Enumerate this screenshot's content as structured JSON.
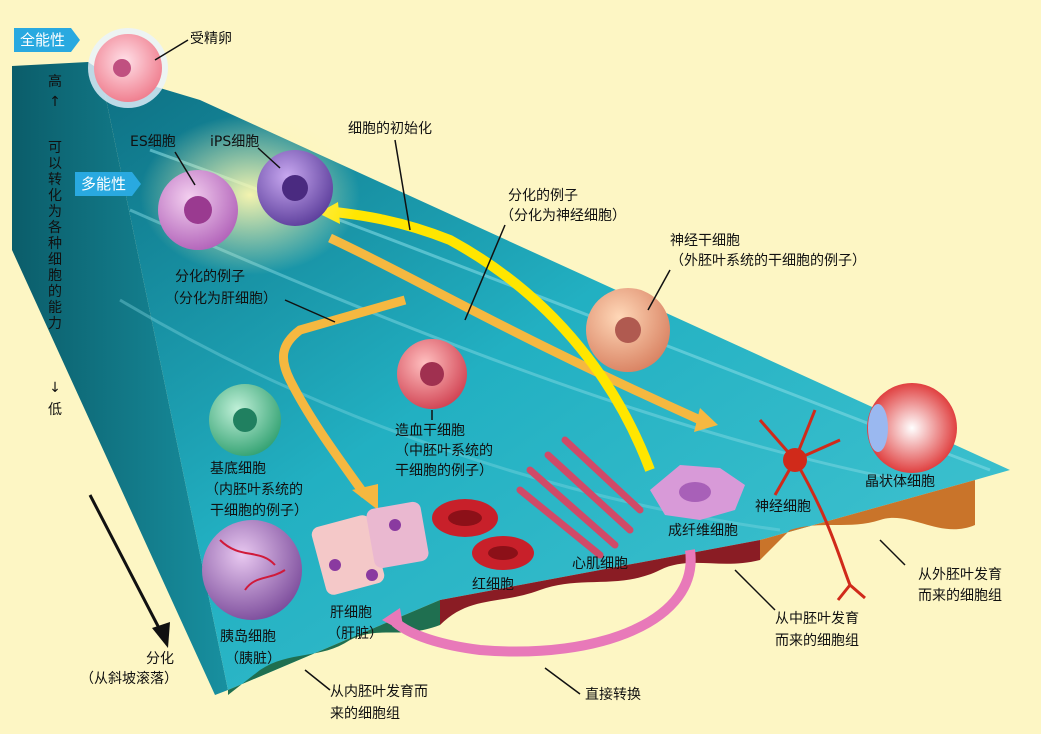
{
  "tags": {
    "totipotent": "全能性",
    "pluripotent": "多能性"
  },
  "axis": {
    "high": "高",
    "high_arrow": "↑",
    "ability": "可以转化为各种细胞的能力",
    "low_arrow": "↓",
    "low": "低",
    "differentiation": "分化",
    "differentiation_note": "（从斜坡滚落）"
  },
  "cells": {
    "fertilized_egg": "受精卵",
    "es_cell": "ES细胞",
    "ips_cell": "iPS细胞",
    "reprogramming": "细胞的初始化",
    "diff_nerve_1": "分化的例子",
    "diff_nerve_2": "（分化为神经细胞）",
    "diff_liver_1": "分化的例子",
    "diff_liver_2": "（分化为肝细胞）",
    "neural_stem_1": "神经干细胞",
    "neural_stem_2": "（外胚叶系统的干细胞的例子）",
    "hematopoietic_1": "造血干细胞",
    "hematopoietic_2": "（中胚叶系统的",
    "hematopoietic_3": "干细胞的例子）",
    "basal_1": "基底细胞",
    "basal_2": "（内胚叶系统的",
    "basal_3": "干细胞的例子）",
    "lens_cell": "晶状体细胞",
    "neuron": "神经细胞",
    "fibroblast": "成纤维细胞",
    "cardiac": "心肌细胞",
    "red_blood": "红细胞",
    "hepatocyte_1": "肝细胞",
    "hepatocyte_2": "（肝脏）",
    "islet_1": "胰岛细胞",
    "islet_2": "（胰脏）"
  },
  "groups": {
    "ectoderm_1": "从外胚叶发育",
    "ectoderm_2": "而来的细胞组",
    "mesoderm_1": "从中胚叶发育",
    "mesoderm_2": "而来的细胞组",
    "endoderm_1": "从内胚叶发育而",
    "endoderm_2": "来的细胞组",
    "direct_conversion": "直接转换"
  },
  "colors": {
    "background": "#fdf6c4",
    "slope": "#1aa0b0",
    "tag": "#29a9e0",
    "ectoderm_band": "#c9742a",
    "mesoderm_band": "#8a1c24",
    "endoderm_band": "#1f6f50",
    "arrow_orange": "#f5b840",
    "arrow_yellow": "#ffe600",
    "arrow_pink": "#e879b9"
  }
}
